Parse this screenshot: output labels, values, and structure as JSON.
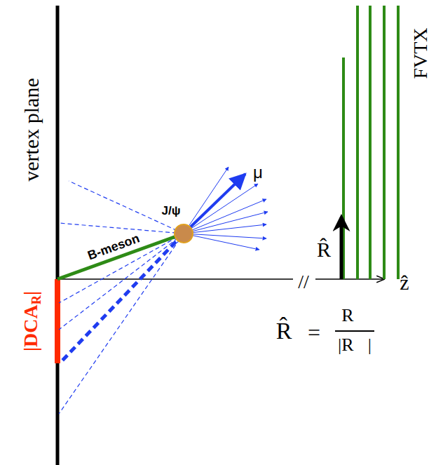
{
  "diagram": {
    "labels": [
      "vertex plane",
      "|DCA",
      "R",
      "|",
      "B-meson",
      "J/ψ",
      "μ",
      "FVTX",
      "R̂",
      "//",
      "ẑ",
      "R̂",
      "=",
      "R⃗",
      "|R⃗|"
    ]
  }
}
